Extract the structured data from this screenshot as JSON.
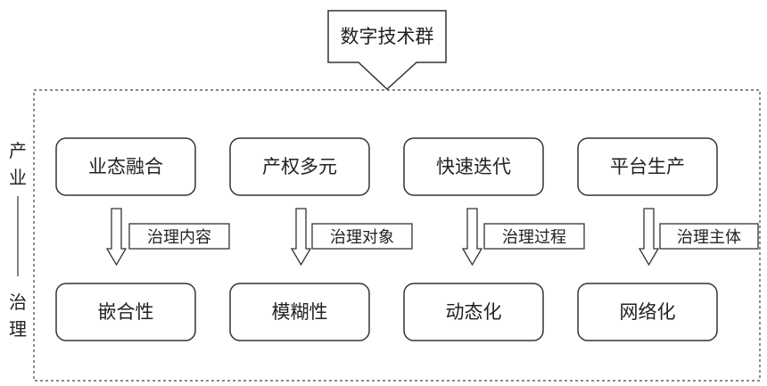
{
  "source": "数字技术群",
  "side_label": {
    "top": [
      "产",
      "业"
    ],
    "bottom": [
      "治",
      "理"
    ]
  },
  "columns": [
    {
      "top": "业态融合",
      "relation": "治理内容",
      "bottom": "嵌合性"
    },
    {
      "top": "产权多元",
      "relation": "治理对象",
      "bottom": "模糊性"
    },
    {
      "top": "快速迭代",
      "relation": "治理过程",
      "bottom": "动态化"
    },
    {
      "top": "平台生产",
      "relation": "治理主体",
      "bottom": "网络化"
    }
  ]
}
